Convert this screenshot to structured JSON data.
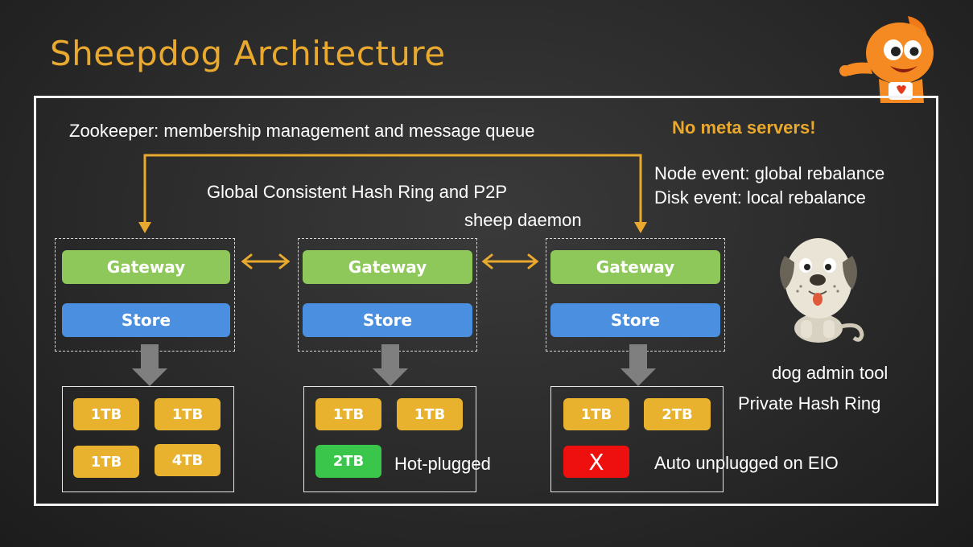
{
  "title": "Sheepdog Architecture",
  "zookeeper_label": "Zookeeper: membership management and message queue",
  "no_meta_label": "No meta servers!",
  "node_event": "Node event: global rebalance",
  "disk_event": "Disk event: local rebalance",
  "hash_ring_label": "Global Consistent Hash Ring and P2P",
  "sheep_daemon_label": "sheep daemon",
  "nodes": [
    {
      "gateway": "Gateway",
      "store": "Store"
    },
    {
      "gateway": "Gateway",
      "store": "Store"
    },
    {
      "gateway": "Gateway",
      "store": "Store"
    }
  ],
  "disks": {
    "group1": [
      "1TB",
      "1TB",
      "1TB",
      "4TB"
    ],
    "group2": [
      "1TB",
      "1TB",
      "2TB"
    ],
    "group3": [
      "1TB",
      "2TB",
      "X"
    ]
  },
  "hot_plugged_label": "Hot-plugged",
  "auto_unplugged_label": "Auto unplugged on EIO",
  "dog_admin_label": "dog admin tool",
  "private_hash_ring_label": "Private Hash Ring",
  "colors": {
    "title": "#e8a92e",
    "gateway": "#8fc85a",
    "store": "#4a8fe0",
    "disk": "#e8b22e",
    "disk_hotplugged": "#39c64a",
    "disk_failed": "#ee0f0f",
    "connector": "#e8a92e"
  },
  "icons": [
    "orange-mascot-icon",
    "dog-mascot-icon"
  ]
}
